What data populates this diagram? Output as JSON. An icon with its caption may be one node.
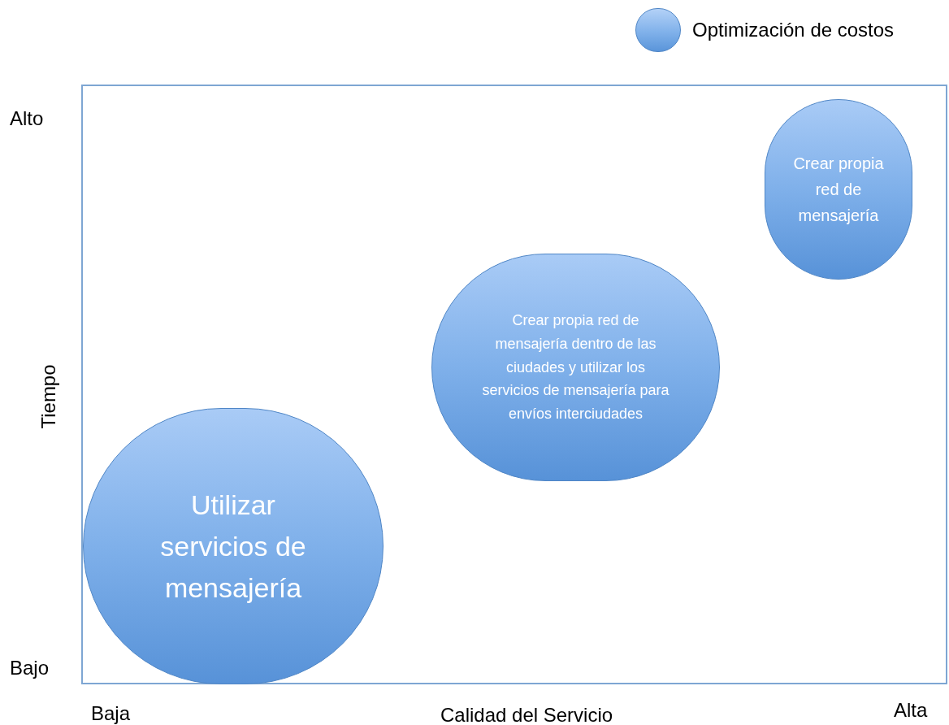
{
  "diagram": {
    "nodes": [
      {
        "text": [
          "Utilizar servicios de mensajería"
        ]
      },
      {
        "text": [
          "Crear propia red de mensajería dentro de las ciudades y utilizar los servicios de mensajería para envíos interciudades"
        ]
      },
      {
        "text": [
          "Crear propia red de mensajería"
        ]
      }
    ],
    "labels": [
      "Alto",
      "Tiempo",
      "Bajo",
      "Baja",
      "Calidad del Servicio",
      "Alta"
    ],
    "legend": [
      {
        "text": "Optimización de costos",
        "color": "#80b1ea"
      }
    ]
  }
}
